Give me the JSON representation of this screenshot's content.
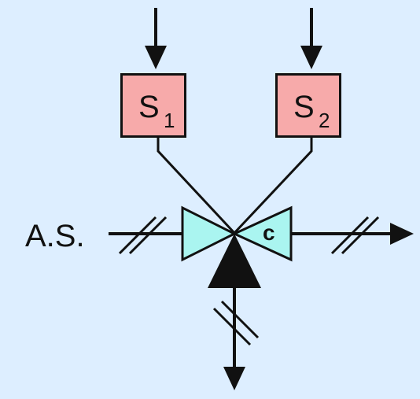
{
  "labels": {
    "air_supply": "A.S.",
    "sensor_1_main": "S",
    "sensor_1_sub": "1",
    "sensor_2_main": "S",
    "sensor_2_sub": "2",
    "valve_port": "c"
  },
  "colors": {
    "background": "#ddeeff",
    "sensor_fill": "#f7aaaa",
    "valve_fill": "#aaf5f0",
    "line": "#111111"
  }
}
